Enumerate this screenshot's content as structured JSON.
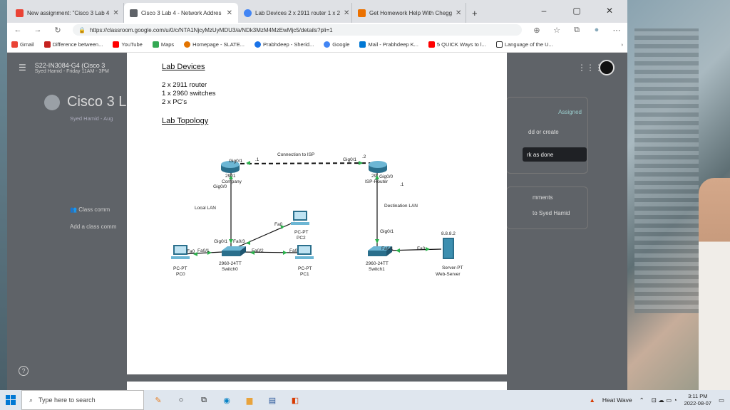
{
  "browser": {
    "tabs": [
      {
        "label": "New assignment: \"Cisco 3 Lab 4",
        "favicon_color": "#ea4335"
      },
      {
        "label": "Cisco 3 Lab 4 - Network Addres",
        "favicon_color": "#5f6368",
        "active": true
      },
      {
        "label": "Lab Devices 2 x 2911 router 1 x 2",
        "favicon_color": "#4285f4"
      },
      {
        "label": "Get Homework Help With Chegg",
        "favicon_color": "#eb7100"
      }
    ],
    "new_tab_label": "+",
    "url": "https://classroom.google.com/u/0/c/NTA1NjcyMzUyMDU3/a/NDk3MzM4MzEwMjc5/details?pli=1",
    "bookmarks": [
      {
        "label": "Gmail",
        "color": "#ea4335"
      },
      {
        "label": "Difference between...",
        "color": "#c5221f"
      },
      {
        "label": "YouTube",
        "color": "#ff0000"
      },
      {
        "label": "Maps",
        "color": "#34a853"
      },
      {
        "label": "Homepage - SLATE...",
        "color": "#e37400"
      },
      {
        "label": "Prabhdeep - Sherid...",
        "color": "#1a73e8"
      },
      {
        "label": "Google",
        "color": "#4285f4"
      },
      {
        "label": "Mail - Prabhdeep K...",
        "color": "#0078d4"
      },
      {
        "label": "5 QUICK Ways to l...",
        "color": "#ff0000"
      },
      {
        "label": "Language of the U...",
        "color": "#333333"
      }
    ]
  },
  "classroom": {
    "course": "S22-IN3084-G4 (Cisco 3",
    "course_sub": "Syed Hamid - Friday 11AM - 3PM",
    "assignment_title": "Cisco 3 L",
    "assignment_sub": "Syed Hamid - Aug",
    "class_comments": "Class comm",
    "add_class_comment": "Add a class comm",
    "card_assigned": "Assigned",
    "card_add": "dd or create",
    "card_done": "rk as done",
    "private_comments": "mments",
    "private_to": "to Syed Hamid"
  },
  "document": {
    "devices_heading": "Lab Devices",
    "devices": [
      "2 x 2911 router",
      "1 x 2960 switches",
      "2 x PC's"
    ],
    "topology_heading": "Lab Topology",
    "topology": {
      "connection_isp": "Connection to ISP",
      "dot1_left": ".1",
      "dot2_right": ".2",
      "gig01_left": "Gig0/1",
      "gig01_right": "Gig0/1",
      "router_model_left": "2901",
      "router_name_left": "Company",
      "gig00_left": "Gig0/0",
      "router_model_right": "29",
      "router_name_right": "ISP-Router",
      "gig00_right": "Gig0/0",
      "dot1_dest": ".1",
      "local_lan": "Local LAN",
      "destination_lan": "Destination LAN",
      "fa0_pc2": "Fa0",
      "pc2_type": "PC-PT",
      "pc2_name": "PC2",
      "sw0_gig01": "Gig0/1",
      "sw0_fa03": "Fa0/3",
      "sw0_fa01": "Fa0/1",
      "sw0_fa02": "Fa0/2",
      "pc0_fa0": "Fa0",
      "pc1_fa0": "Fa0",
      "pc0_type": "PC-PT",
      "pc0_name": "PC0",
      "sw0_model": "2960-24TT",
      "sw0_name": "Switch0",
      "pc1_type": "PC-PT",
      "pc1_name": "PC1",
      "sw1_gig01": "Gig0/1",
      "sw1_fa01": "Fa0/1",
      "srv_fa0": "Fa0",
      "sw1_model": "2960-24TT",
      "sw1_name": "Switch1",
      "srv_ip": "8.8.8.2",
      "srv_type": "Server-PT",
      "srv_name": "Web-Server"
    }
  },
  "taskbar": {
    "search_placeholder": "Type here to search",
    "heat_wave": "Heat Wave",
    "time": "3:11 PM",
    "date": "2022-08-07"
  }
}
